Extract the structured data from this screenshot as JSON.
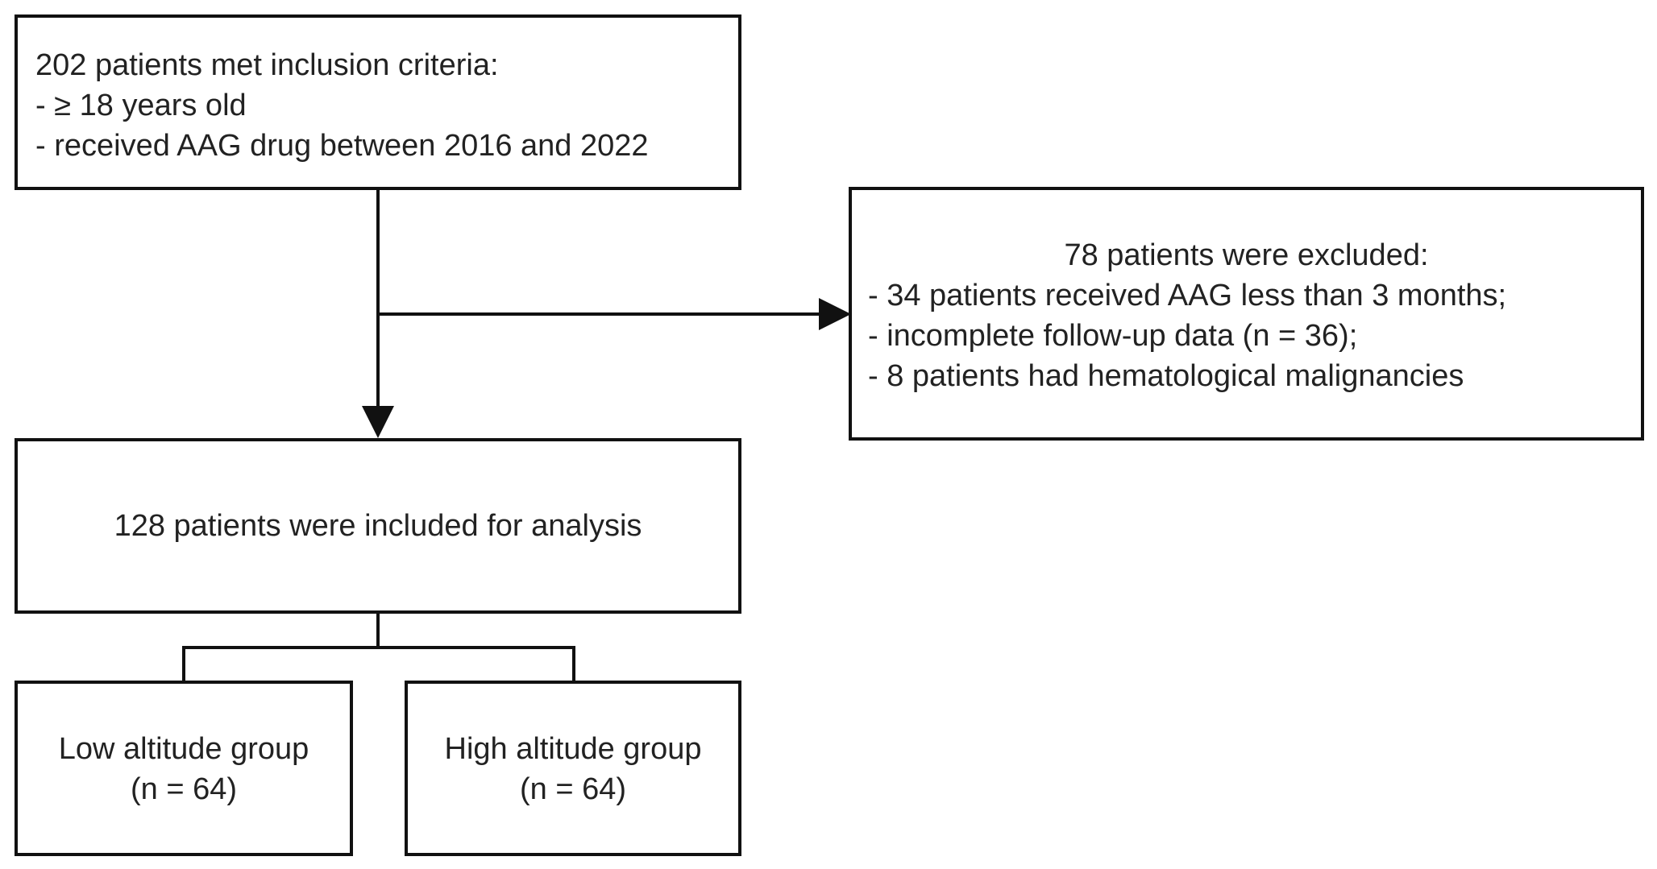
{
  "diagram": {
    "inclusion": {
      "title": "202 patients met inclusion criteria:",
      "criteria": [
        "- ≥ 18 years old",
        "- received AAG drug between 2016 and 2022"
      ]
    },
    "exclusion": {
      "title": "78 patients were excluded:",
      "reasons": [
        "- 34 patients received AAG less than 3 months;",
        "- incomplete follow-up data (n = 36);",
        "- 8 patients had hematological malignancies"
      ]
    },
    "analysis": {
      "label": "128 patients were included for analysis"
    },
    "groups": [
      {
        "name": "Low altitude group",
        "count": "(n = 64)"
      },
      {
        "name": "High altitude group",
        "count": "(n = 64)"
      }
    ],
    "colors": {
      "stroke": "#111111",
      "text": "#222222",
      "background": "#ffffff"
    }
  }
}
